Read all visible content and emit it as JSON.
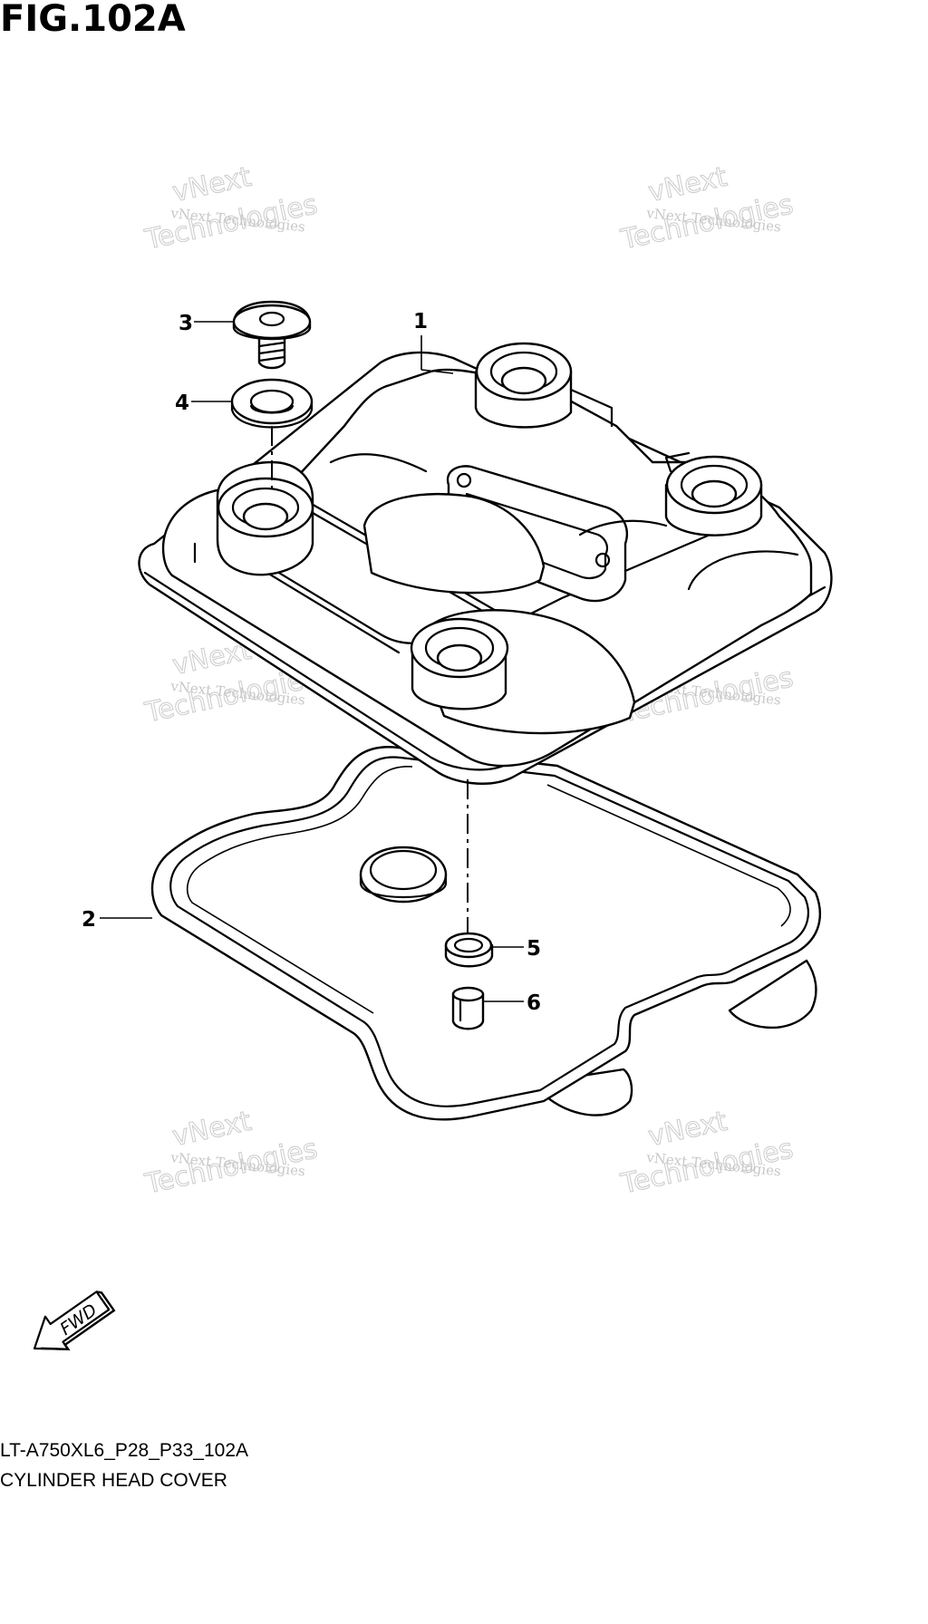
{
  "figure": {
    "title": "FIG.102A",
    "code": "LT-A750XL6_P28_P33_102A",
    "name": "CYLINDER HEAD COVER"
  },
  "watermark": {
    "small": "vNext Technologies",
    "large_line1": "vNext",
    "large_line2": "Technologies"
  },
  "callouts": [
    "1",
    "2",
    "3",
    "4",
    "5",
    "6"
  ],
  "fwd_label": "FWD"
}
